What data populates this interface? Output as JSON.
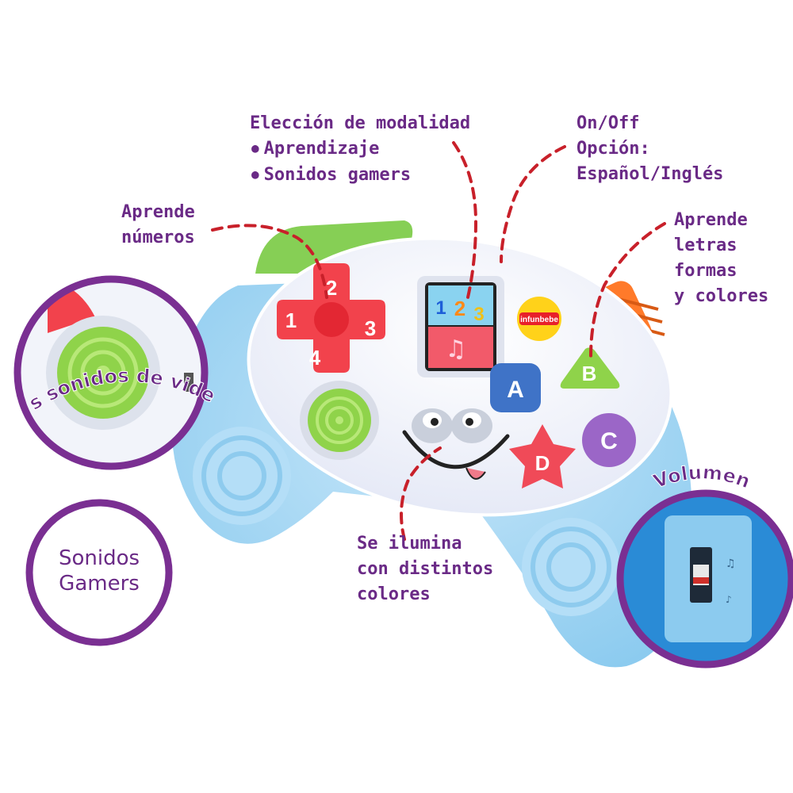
{
  "callouts": {
    "aprende_numeros": [
      "Aprende",
      "números"
    ],
    "eleccion": {
      "title": "Elección de modalidad",
      "items": [
        "Aprendizaje",
        "Sonidos gamers"
      ]
    },
    "on_off": [
      "On/Off",
      "Opción:",
      "Español/Inglés"
    ],
    "aprende_letras": [
      "Aprende",
      "letras",
      "formas",
      "y colores"
    ],
    "se_ilumina": [
      "Se ilumina",
      "con distintos",
      "colores"
    ]
  },
  "curved_labels": {
    "divertidos": "Divertidos sonidos de video juegos",
    "volumen": "Volumen"
  },
  "badge": {
    "lines": [
      "Sonidos",
      "Gamers"
    ]
  },
  "toy": {
    "brand_label": "infunbebe",
    "dpad_numbers": [
      "1",
      "2",
      "3",
      "4"
    ],
    "buttons": [
      "A",
      "B",
      "C",
      "D"
    ],
    "screen_numbers": [
      "1",
      "2",
      "3"
    ]
  },
  "colors": {
    "label_purple": "#6a2a86",
    "leader_red": "#c8202a",
    "body_blue": "#a8d8f4",
    "face_white": "#f4f6fc",
    "dpad_red": "#f2424c",
    "joystick_green": "#8fd34a",
    "button_blue": "#3f73c7",
    "button_green": "#8fd34a",
    "button_purple": "#9b66c7",
    "button_star": "#f04a58",
    "yellow_button": "#ffd21a"
  }
}
